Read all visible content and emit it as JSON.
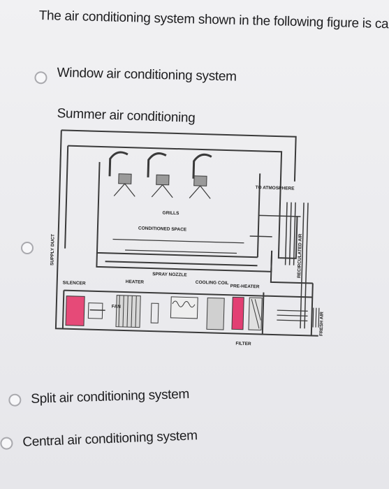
{
  "question": {
    "text": "The air conditioning system shown in the following figure is call"
  },
  "options": [
    {
      "label": "Window air conditioning system"
    },
    {
      "label": ""
    },
    {
      "label": "Split air conditioning system"
    },
    {
      "label": "Central air conditioning system"
    }
  ],
  "figure": {
    "caption": "Summer air conditioning",
    "labels": {
      "grills": "GRILLS",
      "conditioned_space": "CONDITIONED SPACE",
      "to_atmosphere": "TO ATMOSPHERE",
      "supply_duct": "SUPPLY DUCT",
      "silencer": "SILENCER",
      "fan": "FAN",
      "spray_nozzle": "SPRAY NOZZLE",
      "heater": "HEATER",
      "cooling_coil": "COOLING COIL",
      "preheater": "PRE-HEATER",
      "filter": "FILTER",
      "recirculated_air": "RECIRCULATED AIR",
      "fresh_air": "FRESH AIR"
    },
    "colors": {
      "silencer": "#e64a78",
      "preheater": "#e23f73",
      "lines": "#3a3a3a"
    }
  }
}
